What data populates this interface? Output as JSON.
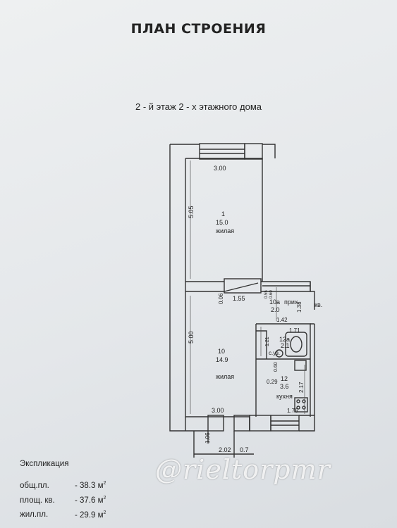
{
  "document": {
    "title": "ПЛАН СТРОЕНИЯ",
    "subtitle": "2 - й этаж   2 - х этажного дома"
  },
  "plan_labels": {
    "room1_dim_top": "3.00",
    "room1_dim_side": "5.05",
    "room1_number": "1",
    "room1_area": "15.0",
    "room1_type": "жилая",
    "door_dim": "0.06",
    "corridor_dim": "1.55",
    "hall_dim_a": "0.55",
    "hall_dim_b": "0.60",
    "hall_number": "10а",
    "hall_name": "прих.",
    "hall_area": "2.0",
    "hall_dim_side": "1.38",
    "apt_label": "кв.",
    "kitchen_top_dim": "1.42",
    "bath_dim_top": "1.71",
    "bath_dim_side": "1.21",
    "bath_number": "12а",
    "bath_area": "2.1",
    "bath_name": "с.уз.",
    "room10_dim_side": "5.00",
    "room10_number": "10",
    "room10_area": "14.9",
    "room10_type": "жилая",
    "kitchen_dim_a": "0.60",
    "kitchen_dim_b": "0.29",
    "kitchen_number": "12",
    "kitchen_area": "3.6",
    "kitchen_dim_side": "2.17",
    "kitchen_name": "кухня",
    "room10_dim_bottom": "3.00",
    "kitchen_dim_bottom": "1.76",
    "stair_dim": "1.06",
    "ext_dim_a": "2.02",
    "ext_dim_b": "0.7"
  },
  "explication": {
    "heading": "Экспликация",
    "rows": [
      {
        "label": "общ.пл.",
        "value": "- 38.3 м",
        "sup": "2"
      },
      {
        "label": "площ. кв.",
        "value": "- 37.6 м",
        "sup": "2"
      },
      {
        "label": "жил.пл.",
        "value": "-  29.9 м",
        "sup": "2"
      }
    ]
  },
  "watermark": "@rieltorpmr"
}
